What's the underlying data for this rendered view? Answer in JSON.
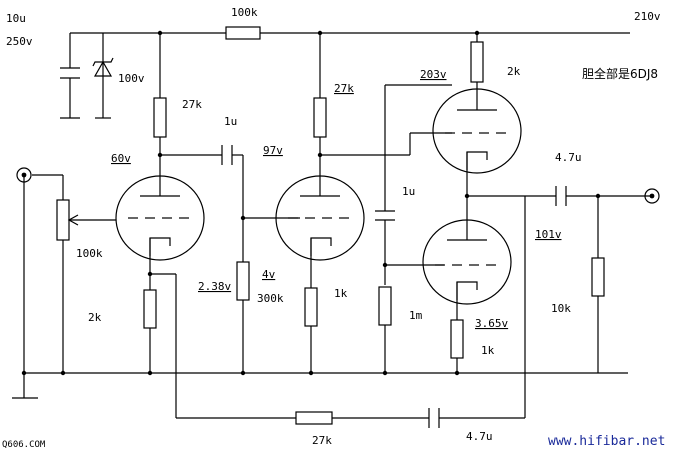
{
  "labels": {
    "cap_in_value": "10u",
    "cap_in_voltage": "250v",
    "zener_voltage": "100v",
    "r_top_series": "100k",
    "b_plus": "210v",
    "r_load_v1": "27k",
    "cap_coupling_1": "1u",
    "v_plate_1": "60v",
    "v_plate_2": "97v",
    "r_load_v2": "27k",
    "v_node_203": "203v",
    "r_top_2k": "2k",
    "note_tubes": "胆全部是6DJ8",
    "cap_coupling_2": "1u",
    "cap_out": "4.7u",
    "pot_value": "100k",
    "r_cathode_v1": "2k",
    "v_cathode_1": "2.38v",
    "v_grid_2": "4v",
    "r_grid_2": "300k",
    "r_cathode_v2": "1k",
    "v_out_node": "101v",
    "r_output": "10k",
    "r_grid_3": "1m",
    "v_cathode_3": "3.65v",
    "r_cathode_v3": "1k",
    "r_feedback": "27k",
    "cap_feedback": "4.7u"
  },
  "watermarks": {
    "left": "Q606.COM",
    "right": "www.hifibar.net"
  }
}
